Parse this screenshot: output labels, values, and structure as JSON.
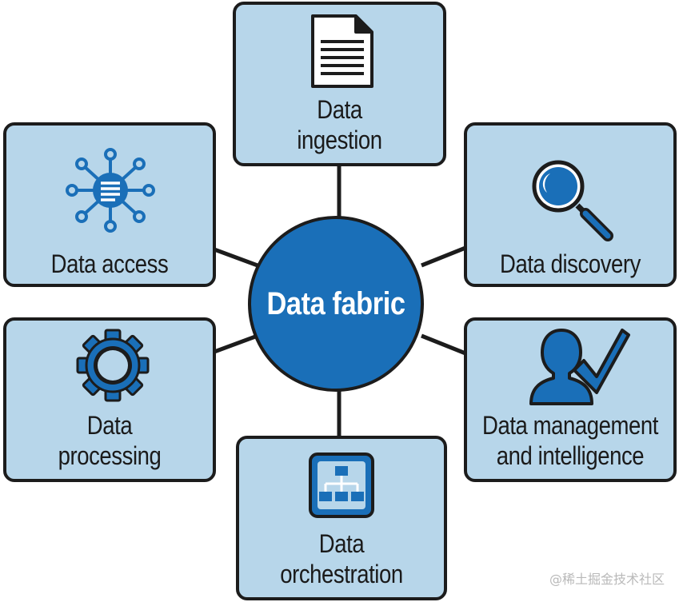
{
  "center": {
    "label": "Data fabric"
  },
  "nodes": {
    "ingestion": {
      "line1": "Data",
      "line2": "ingestion",
      "icon": "document-icon"
    },
    "access": {
      "line1": "Data access",
      "icon": "network-hub-icon"
    },
    "discovery": {
      "line1": "Data discovery",
      "icon": "magnifier-icon"
    },
    "processing": {
      "line1": "Data",
      "line2": "processing",
      "icon": "gear-icon"
    },
    "management": {
      "line1": "Data management",
      "line2": "and intelligence",
      "icon": "person-checkmark-icon"
    },
    "orchestration": {
      "line1": "Data",
      "line2": "orchestration",
      "icon": "org-chart-icon"
    }
  },
  "watermark": "@稀土掘金技术社区",
  "colors": {
    "node_fill": "#b7d6ea",
    "hub_fill": "#1a6fb8",
    "icon_blue": "#1a6fb8",
    "outline": "#1c1c1c"
  }
}
